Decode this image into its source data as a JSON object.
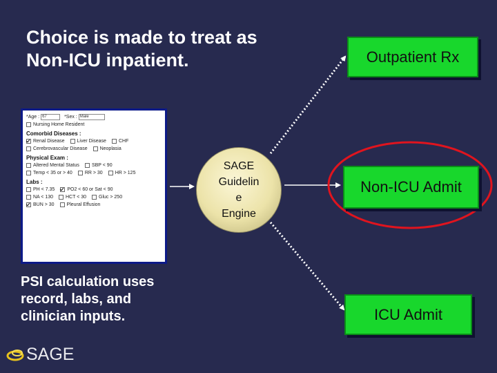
{
  "title": "Choice is made to treat as\nNon-ICU inpatient.",
  "caption": "PSI calculation uses\nrecord, labs, and\nclinician inputs.",
  "engine": {
    "label": "SAGE\nGuidelin\ne\nEngine"
  },
  "outcomes": {
    "outpatient": "Outpatient Rx",
    "non_icu": "Non-ICU Admit",
    "icu": "ICU Admit"
  },
  "form": {
    "age_label": "*Age :",
    "age_value": "67",
    "sex_label": "*Sex :",
    "sex_value": "Male",
    "nursing_home": "Nursing Home Resident",
    "comorbid_heading": "Comorbid Diseases :",
    "renal": "Renal Disease",
    "liver": "Liver Disease",
    "chf": "CHF",
    "cerebro": "Cerebrovascular Disease",
    "neoplasia": "Neoplasia",
    "exam_heading": "Physical Exam :",
    "mental": "Altered Mental Status",
    "sbp": "SBP < 90",
    "temp": "Temp < 35 or > 40",
    "rr": "RR > 30",
    "hr": "HR > 125",
    "labs_heading": "Labs :",
    "ph": "PH < 7.35",
    "po2": "PO2 < 60 or Sat < 90",
    "na": "NA < 130",
    "hct": "HCT < 30",
    "gluc": "Gluc > 250",
    "bun": "BUN > 30",
    "pleural": "Pleural Effusion"
  },
  "logo": {
    "text": "SAGE"
  },
  "colors": {
    "background": "#272a4f",
    "box_green": "#18d72c",
    "highlight_red": "#e0141e",
    "form_border": "#0d1a88"
  }
}
